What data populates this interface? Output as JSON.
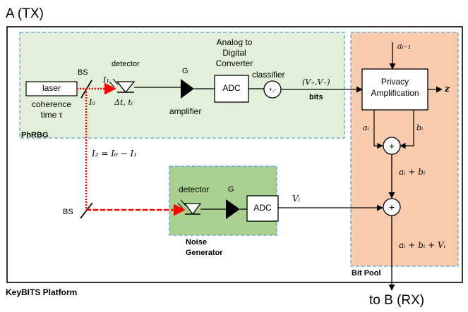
{
  "title_tx": "A (TX)",
  "title_rx": "to B (RX)",
  "platform_label": "KeyBITS Platform",
  "phrbg": {
    "label": "PhRBG",
    "laser": "laser",
    "coherence_line1": "coherence",
    "coherence_line2": "time τ",
    "bs": "BS",
    "i0": "I₀",
    "i1": "I₁",
    "detector": "detector",
    "delta_t": "Δt, tᵢ",
    "g": "G",
    "amplifier": "amplifier",
    "adc_heading_line1": "Analog to",
    "adc_heading_line2": "Digital",
    "adc_heading_line3": "Converter",
    "adc": "ADC",
    "classifier": "classifier",
    "classifier_symbol": "+,-",
    "output_pair": "(V₊,V₋)",
    "bits": "bits"
  },
  "split": {
    "i2": "I₂ = I₀ − I₁",
    "bs": "BS"
  },
  "noise": {
    "label_line1": "Noise",
    "label_line2": "Generator",
    "detector": "detector",
    "g": "G",
    "adc": "ADC",
    "vi": "Vᵢ"
  },
  "bitpool": {
    "label": "Bit Pool",
    "a_prev": "aᵢ₋₁",
    "privacy_line1": "Privacy",
    "privacy_line2": "Amplification",
    "z": "z",
    "ai": "aᵢ",
    "bi": "bᵢ",
    "plus": "+",
    "sum_ab": "aᵢ + bᵢ",
    "sum_abv": "aᵢ + bᵢ + Vᵢ"
  },
  "colors": {
    "phrbg_fill": "#e2efd9",
    "noise_fill": "#a9d08e",
    "bitpool_fill": "#f8cbad",
    "dashed_border": "#5b9bd5",
    "optical_path": "#ff0000"
  }
}
